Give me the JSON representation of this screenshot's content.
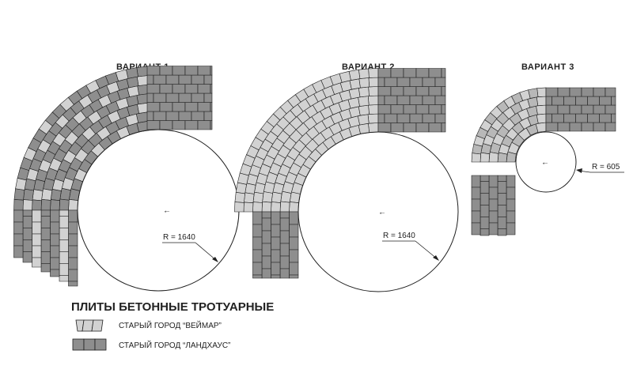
{
  "variants": [
    {
      "label": "ВАРИАНТ 1",
      "radius_label": "R = 1640"
    },
    {
      "label": "ВАРИАНТ 2",
      "radius_label": "R = 1640"
    },
    {
      "label": "ВАРИАНТ 3",
      "radius_label": "R = 605"
    }
  ],
  "arrow_glyph": "←",
  "legend": {
    "title": "ПЛИТЫ БЕТОННЫЕ ТРОТУАРНЫЕ",
    "items": [
      {
        "label": "СТАРЫЙ ГОРОД “ВЕЙМАР”",
        "swatch": "light"
      },
      {
        "label": "СТАРЫЙ ГОРОД “ЛАНДХАУС”",
        "swatch": "dark"
      }
    ]
  },
  "colors": {
    "light": "#d2d2d2",
    "dark": "#8e8e8e",
    "stroke": "#1f1f1f",
    "text": "#222222"
  }
}
